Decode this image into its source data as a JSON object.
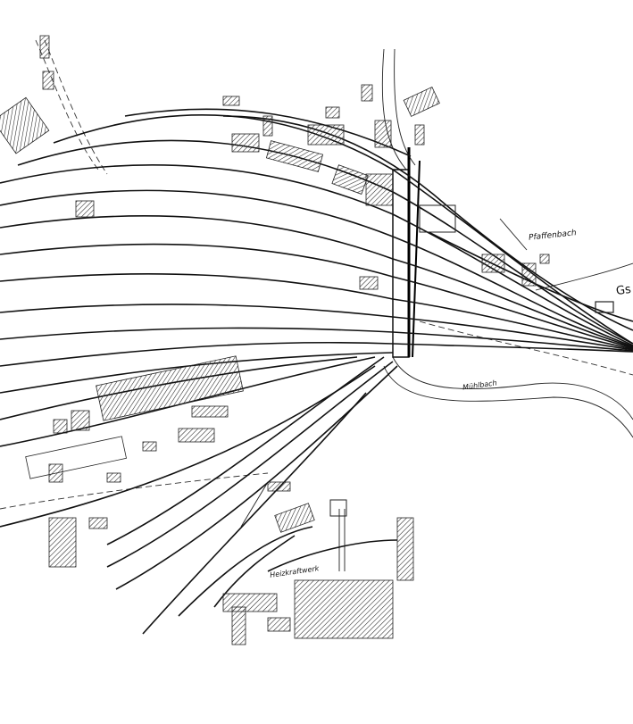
{
  "map": {
    "labels": {
      "stream_north": "Pfaffenbach",
      "stream_south": "Mühlbach",
      "station_abbrev": "Gs",
      "power_plant": "Heizkraftwerk"
    }
  }
}
